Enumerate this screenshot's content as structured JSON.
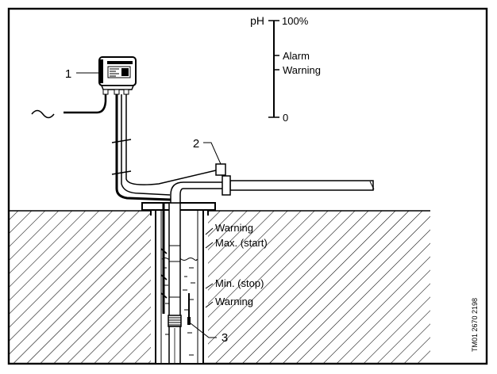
{
  "diagram": {
    "callouts": {
      "c1": "1",
      "c2": "2",
      "c3": "3"
    },
    "ph_scale": {
      "label": "pH",
      "top": "100%",
      "alarm": "Alarm",
      "warning": "Warning",
      "bottom": "0"
    },
    "well_levels": {
      "warning_high": "Warning",
      "max_start": "Max. (start)",
      "min_stop": "Min. (stop)",
      "warning_low": "Warning"
    },
    "power_symbol": "~",
    "reference_code": "TM01 2670 2198"
  }
}
